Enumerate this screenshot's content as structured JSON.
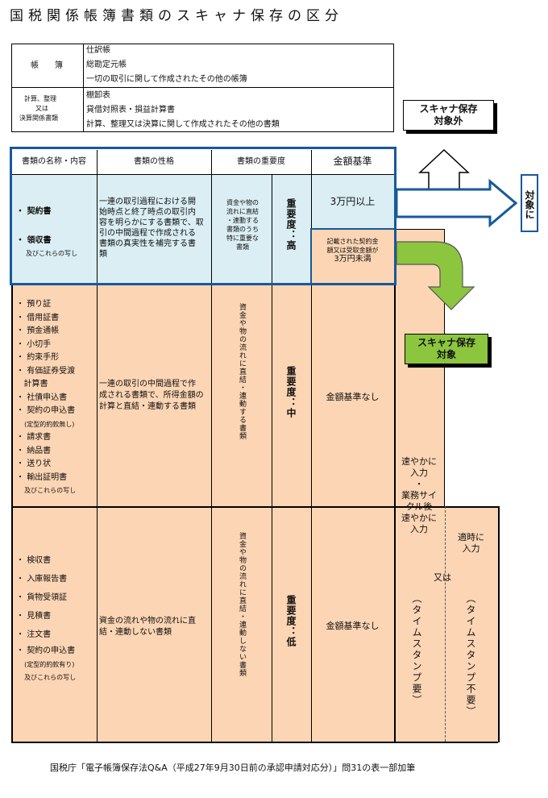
{
  "title": "国税関係帳簿書類のスキャナ保存の区分",
  "ledger": {
    "label_1": "帳　　簿",
    "items_1": [
      "仕訳帳",
      "総勘定元帳",
      "一切の取引に関して作成されたその他の帳簿"
    ],
    "label_2": [
      "計算、整理",
      "又は",
      "決算関係書類"
    ],
    "items_2": [
      "棚卸表",
      "貸借対照表・損益計算書",
      "計算、整理又は決算に関して作成されたその他の書類"
    ]
  },
  "boxes": {
    "outside": [
      "スキャナ保存",
      "対象外"
    ],
    "target": [
      "スキャナ保存",
      "対象"
    ],
    "side": "対象に"
  },
  "headers": {
    "name": "書類の名称・内容",
    "nature": "書類の性格",
    "importance": "書類の重要度",
    "amount": "金額基準"
  },
  "high": {
    "items": [
      "契約書",
      "領収書"
    ],
    "note": "及びこれらの写し",
    "nature": [
      "一連の取引過程における開",
      "始時点と終了時点の取引内",
      "容を明らかにする書類で、取",
      "引の中間過程で作成される",
      "書類の真実性を補完する書",
      "類"
    ],
    "flow": [
      "資金や物の",
      "流れに直結",
      "・連動する",
      "書類のうち",
      "特に重要な",
      "書類"
    ],
    "level": "重要度：高",
    "amount_above": "3万円以上",
    "amount_below": [
      "記載された契約金",
      "額又は受取金額が",
      "3万円未満"
    ]
  },
  "mid": {
    "items": [
      "預り証",
      "借用証書",
      "預金通帳",
      "小切手",
      "約束手形",
      "有価証券受渡",
      "計算書",
      "社債申込書",
      "契約の申込書",
      "(定型的約款無し)",
      "請求書",
      "納品書",
      "送り状",
      "輸出証明書",
      "及びこれらの写し"
    ],
    "nature": [
      "一連の取引の中間過程で作",
      "成される書類で、所得金額の",
      "計算と直結・連動する書類"
    ],
    "flow": "資金や物の流れに直結・連動する書類",
    "level": "重要度：中",
    "amount": "金額基準なし"
  },
  "low": {
    "items": [
      "検収書",
      "入庫報告書",
      "貨物受領証",
      "見積書",
      "注文書",
      "契約の申込書",
      "(定型的約款有り)",
      "及びこれらの写し"
    ],
    "nature": [
      "資金の流れや物の流れに直",
      "結・連動しない書類"
    ],
    "flow": "資金や物の流れに直結・連動しない書類",
    "level": "重要度：低",
    "amount": "金額基準なし"
  },
  "input": {
    "prompt": [
      "速やかに",
      "入力"
    ],
    "dot": "・",
    "cycle": [
      "業務サイ",
      "クル後",
      "速やかに",
      "入力"
    ],
    "timely": [
      "適時に",
      "入力"
    ],
    "or": "又は",
    "ts_required": "（タイムスタンプ要）",
    "ts_not": "（タイムスタンプ不要）"
  },
  "source": "国税庁「電子帳簿保存法Q&A（平成27年9月30日前の承認申請対応分）」問31の表一部加筆",
  "colors": {
    "peach": "#fcd5b4",
    "lightblue": "#daeef3",
    "blue": "#17599b",
    "green": "#8cc63f"
  }
}
